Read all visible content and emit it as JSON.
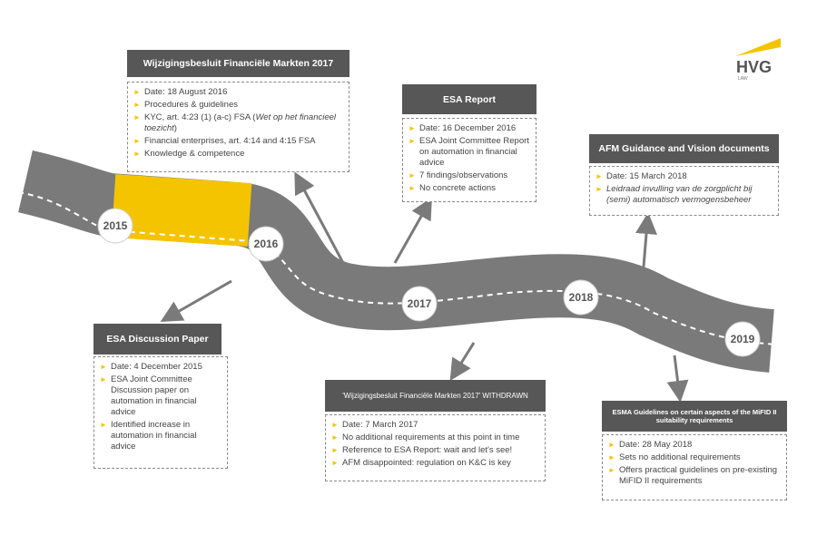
{
  "logo": {
    "name": "HVG",
    "sub": "LAW",
    "accent": "#f5c400"
  },
  "colors": {
    "road": "#7a7a7a",
    "highlight": "#f5c400",
    "title_bg": "#575757",
    "bullet": "#f5c400"
  },
  "years": [
    "2015",
    "2016",
    "2017",
    "2018",
    "2019"
  ],
  "boxes": {
    "wfm": {
      "title": "Wijzigingsbesluit Financiële Markten 2017",
      "items": [
        {
          "text": "Date: 18 August 2016"
        },
        {
          "text": "Procedures & guidelines"
        },
        {
          "text": "KYC, art. 4:23 (1) (a-c) FSA (",
          "italic": "Wet op het financieel toezicht",
          "after": ")"
        },
        {
          "text": "Financial enterprises, art. 4:14 and 4:15 FSA"
        },
        {
          "text": "Knowledge & competence"
        }
      ]
    },
    "esa_report": {
      "title": "ESA Report",
      "items": [
        {
          "text": "Date: 16 December 2016"
        },
        {
          "text": "ESA Joint Committee Report on automation in financial advice"
        },
        {
          "text": "7 findings/observations"
        },
        {
          "text": "No concrete actions"
        }
      ]
    },
    "afm": {
      "title": "AFM Guidance and Vision documents",
      "items": [
        {
          "text": "Date: 15 March 2018"
        },
        {
          "text": "",
          "italic": "Leidraad invulling van de zorgplicht bij (semi) automatisch vermogensbeheer",
          "after": ""
        }
      ]
    },
    "esa_discussion": {
      "title": "ESA Discussion Paper",
      "items": [
        {
          "text": "Date: 4 December 2015"
        },
        {
          "text": "ESA Joint Committee Discussion paper on automation in financial advice"
        },
        {
          "text": "Identified increase in automation in financial advice"
        }
      ]
    },
    "withdrawn": {
      "title": "'Wijzigingsbesluit Financiële Markten 2017' WITHDRAWN",
      "items": [
        {
          "text": "Date: 7 March 2017"
        },
        {
          "text": "No additional requirements at this point in time"
        },
        {
          "text": "Reference to ESA Report: wait and let's see!"
        },
        {
          "text": "AFM disappointed: regulation on K&C is key"
        }
      ]
    },
    "esma": {
      "title": "ESMA Guidelines on certain aspects of the MiFID II suitability requirements",
      "items": [
        {
          "text": "Date: 28 May 2018"
        },
        {
          "text": "Sets no additional requirements"
        },
        {
          "text": "Offers practical guidelines on pre-existing MiFID II requirements"
        }
      ]
    }
  }
}
